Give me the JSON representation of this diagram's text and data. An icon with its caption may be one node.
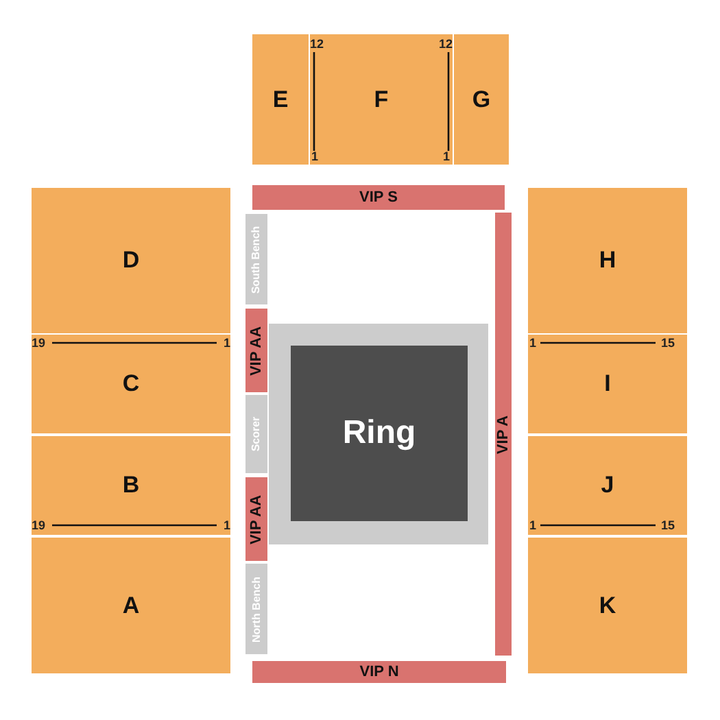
{
  "diagram": {
    "nodes": [
      {
        "text": [
          "E"
        ]
      },
      {
        "text": [
          "F"
        ]
      },
      {
        "text": [
          "G"
        ]
      },
      {
        "text": [
          "VIP S"
        ]
      },
      {
        "text": [
          "D"
        ]
      },
      {
        "text": [
          "C"
        ]
      },
      {
        "text": [
          "B"
        ]
      },
      {
        "text": [
          "A"
        ]
      },
      {
        "text": [
          "South Bench"
        ]
      },
      {
        "text": [
          "VIP AA"
        ]
      },
      {
        "text": [
          "Scorer"
        ]
      },
      {
        "text": [
          "VIP AA"
        ]
      },
      {
        "text": [
          "North Bench"
        ]
      },
      {
        "text": [],
        "shape": "box"
      },
      {
        "text": [
          "Ring"
        ],
        "in": 13
      },
      {
        "text": [
          "VIP A"
        ]
      },
      {
        "text": [
          "H"
        ]
      },
      {
        "text": [
          "I"
        ]
      },
      {
        "text": [
          "J"
        ]
      },
      {
        "text": [
          "K"
        ]
      },
      {
        "text": [
          "VIP N"
        ]
      }
    ],
    "labels": [
      "12",
      "12",
      "1",
      "1",
      "19",
      "1",
      "1",
      "15",
      "19",
      "1",
      "1",
      "15"
    ]
  }
}
